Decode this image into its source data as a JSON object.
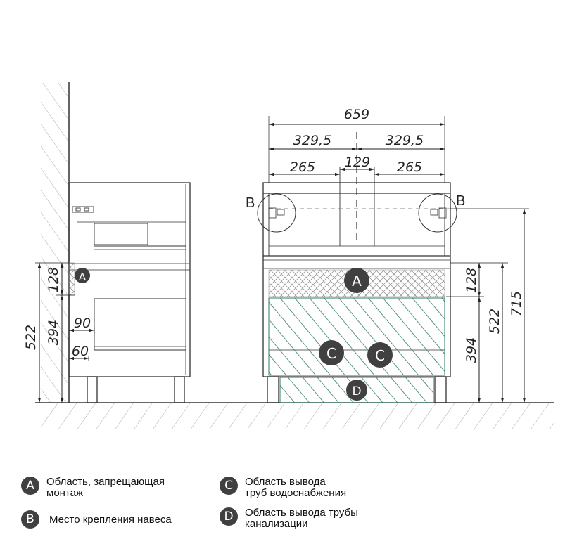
{
  "dimensions": {
    "total_width": "659",
    "half_left": "329,5",
    "half_right": "329,5",
    "side_left": "265",
    "center": "129",
    "side_right": "265",
    "height_715": "715",
    "height_522_front": "522",
    "height_128_front": "128",
    "height_394_front": "394",
    "height_522_side": "522",
    "height_128_side": "128",
    "height_394_side": "394",
    "offset_90": "90",
    "offset_60": "60"
  },
  "markers": {
    "a": "A",
    "b": "B",
    "c": "C",
    "d": "D"
  },
  "legend": {
    "a_symbol": "A",
    "a_line1": "Область, запрещающая",
    "a_line2": "монтаж",
    "b_symbol": "B",
    "b_line1": "Место крепления навеса",
    "c_symbol": "C",
    "c_line1": "Область вывода",
    "c_line2": "труб водоснабжения",
    "d_symbol": "D",
    "d_line1": "Область вывода трубы",
    "d_line2": "канализации"
  },
  "colors": {
    "line": "#222222",
    "marker_fill": "#404040",
    "zone_a_pattern": "#9a9a9a",
    "zone_c_pattern": "#2e7d5b",
    "hatch": "#9a9a9a"
  }
}
